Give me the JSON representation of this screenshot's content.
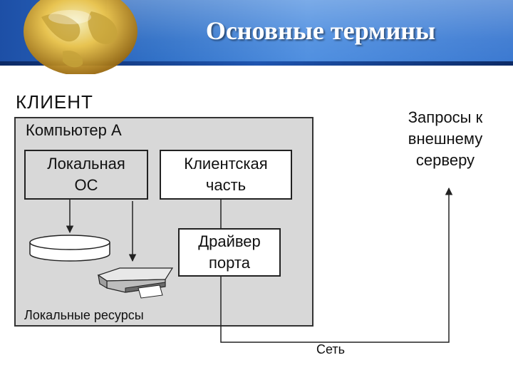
{
  "slide": {
    "title": "Основные термины"
  },
  "diagram": {
    "client_label": "КЛИЕНТ",
    "computer_label": "Компьютер А",
    "local_os": "Локальная ОС",
    "client_part": "Клиентская часть",
    "port_driver": "Драйвер порта",
    "local_resources": "Локальные ресурсы",
    "requests": "Запросы к внешнему серверу",
    "network": "Сеть"
  },
  "colors": {
    "header_blue": "#2f6fc6",
    "computer_fill": "#d8d8d8",
    "line": "#222222"
  }
}
